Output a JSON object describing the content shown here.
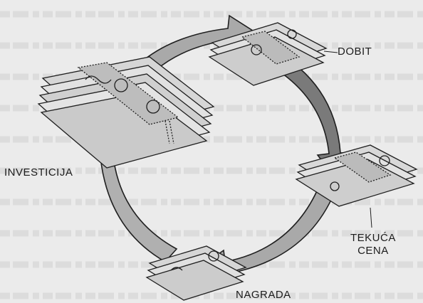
{
  "diagram": {
    "labels": {
      "dobit": "DOBIT",
      "investicija": "INVESTICIJA",
      "tekuca_line1": "TEKUĆA",
      "tekuca_line2": "CENA",
      "nagrada": "NAGRADA"
    },
    "colors": {
      "background": "#ebebeb",
      "arrow_fill": "#a7a7a7",
      "arrow_fill_dark": "#6f6f6f",
      "outline": "#1f1f1f"
    }
  }
}
